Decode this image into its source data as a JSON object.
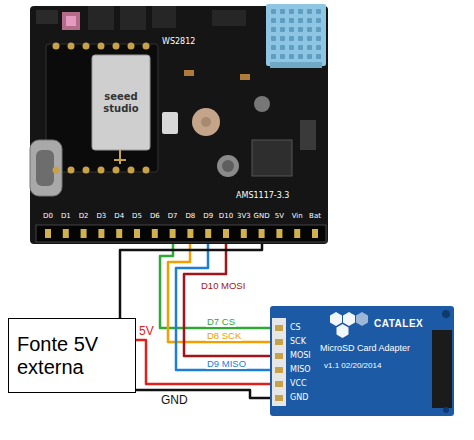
{
  "diagram": {
    "nodes": [
      {
        "text": [
          "WS2812",
          "AMS1117-3.3"
        ]
      },
      {
        "text": [
          "seeed studio"
        ],
        "in": 0
      },
      {
        "text": [
          "Fonte 5V externa"
        ]
      },
      {
        "text": [
          "CATALEX",
          "MicroSD Card Adapter",
          "v1.1 02/20/2014"
        ]
      }
    ],
    "edges": [
      {
        "from": 2,
        "to": 3,
        "label": "5V",
        "arrow": "none"
      },
      {
        "from": 2,
        "to": 3,
        "label": "GND",
        "arrow": "none"
      },
      {
        "from": 0,
        "to": 3,
        "label": "D7 CS",
        "arrow": "none"
      },
      {
        "from": 0,
        "to": 3,
        "label": "D8 SCK",
        "arrow": "none"
      },
      {
        "from": 0,
        "to": 3,
        "label": "D9 MISO",
        "arrow": "none"
      },
      {
        "from": 0,
        "to": 3,
        "label": "D10 MOSI",
        "arrow": "none"
      },
      {
        "from": 0,
        "to": 2,
        "arrow": "none"
      }
    ],
    "labels": [
      "D0",
      "D1",
      "D2",
      "D3",
      "D4",
      "D5",
      "D6",
      "D7",
      "D8",
      "D9",
      "D10",
      "3V3",
      "GND",
      "5V",
      "Vin",
      "Bat",
      "CS",
      "SCK",
      "MOSI",
      "MISO",
      "VCC",
      "GND"
    ]
  }
}
